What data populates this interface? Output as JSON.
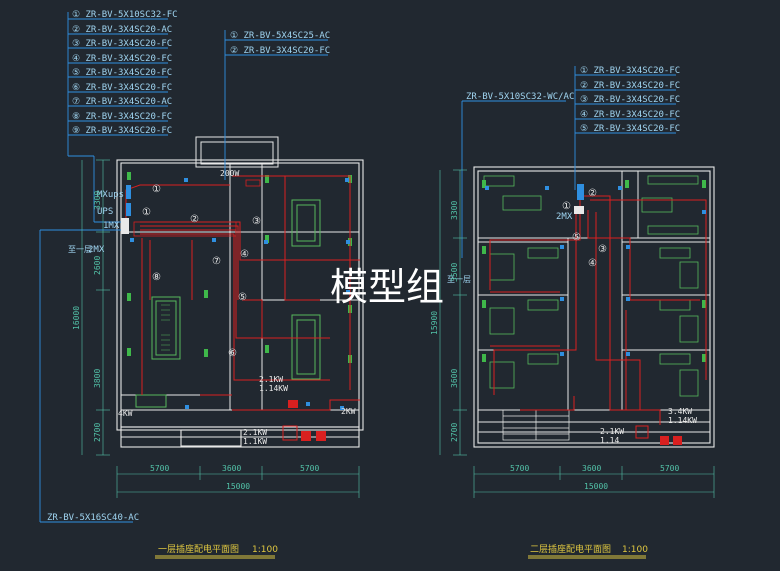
{
  "colors": {
    "background": "#212830",
    "wall": "#e8e8e8",
    "cable": "#d92020",
    "leader": "#2f8fe0",
    "label": "#9fd4f0",
    "dimension": "#52c2a8",
    "column": "#3fb84a",
    "furniture": "#56b85c",
    "title": "#e0c840",
    "watermark": "#ffffff"
  },
  "left_legend": [
    "① ZR-BV-5X10SC32-FC",
    "② ZR-BV-3X4SC20-AC",
    "③ ZR-BV-3X4SC20-FC",
    "④ ZR-BV-3X4SC20-FC",
    "⑤ ZR-BV-3X4SC20-FC",
    "⑥ ZR-BV-3X4SC20-FC",
    "⑦ ZR-BV-3X4SC20-AC",
    "⑧ ZR-BV-3X4SC20-FC",
    "⑨ ZR-BV-3X4SC20-FC"
  ],
  "mid_legend": [
    "① ZR-BV-5X4SC25-AC",
    "② ZR-BV-3X4SC20-FC"
  ],
  "right_legend": [
    "① ZR-BV-3X4SC20-FC",
    "② ZR-BV-3X4SC20-FC",
    "③ ZR-BV-3X4SC20-FC",
    "④ ZR-BV-3X4SC20-FC",
    "⑤ ZR-BV-3X4SC20-FC"
  ],
  "right_main_cable": "ZR-BV-5X10SC32-WC/AC",
  "bottom_left_cable": "ZR-BV-5X16SC40-AC",
  "left_plan": {
    "panels": [
      "MXups",
      "UPS",
      "1MX",
      "2MX"
    ],
    "incoming_label": "至一层",
    "power_label": "200W",
    "load_a": "2.1KW\n1.14KW",
    "load_b": "2.1KW\n1.1KW",
    "load_c": "4KW",
    "load_d": "2KW",
    "circuits": [
      "①",
      "②",
      "③",
      "④",
      "⑤",
      "⑥",
      "⑦",
      "⑧",
      "①"
    ],
    "dims_horizontal": [
      "5700",
      "3600",
      "5700"
    ],
    "dims_total": "15000",
    "dims_vertical": [
      "3300",
      "2600",
      "16000",
      "3800",
      "2700"
    ],
    "title": "一层插座配电平面图",
    "scale": "1:100"
  },
  "right_plan": {
    "panel": "2MX",
    "incoming_label": "至一层",
    "load_a": "2.1KW\n1.14",
    "load_b": "3.4KW\n1.14KW",
    "circuits": [
      "①",
      "②",
      "③",
      "④",
      "⑤"
    ],
    "dims_horizontal": [
      "5700",
      "3600",
      "5700"
    ],
    "dims_total": "15000",
    "dims_vertical": [
      "3300",
      "3500",
      "15900",
      "3600",
      "2700"
    ],
    "title": "二层插座配电平面图",
    "scale": "1:100"
  },
  "watermark": "模型组"
}
